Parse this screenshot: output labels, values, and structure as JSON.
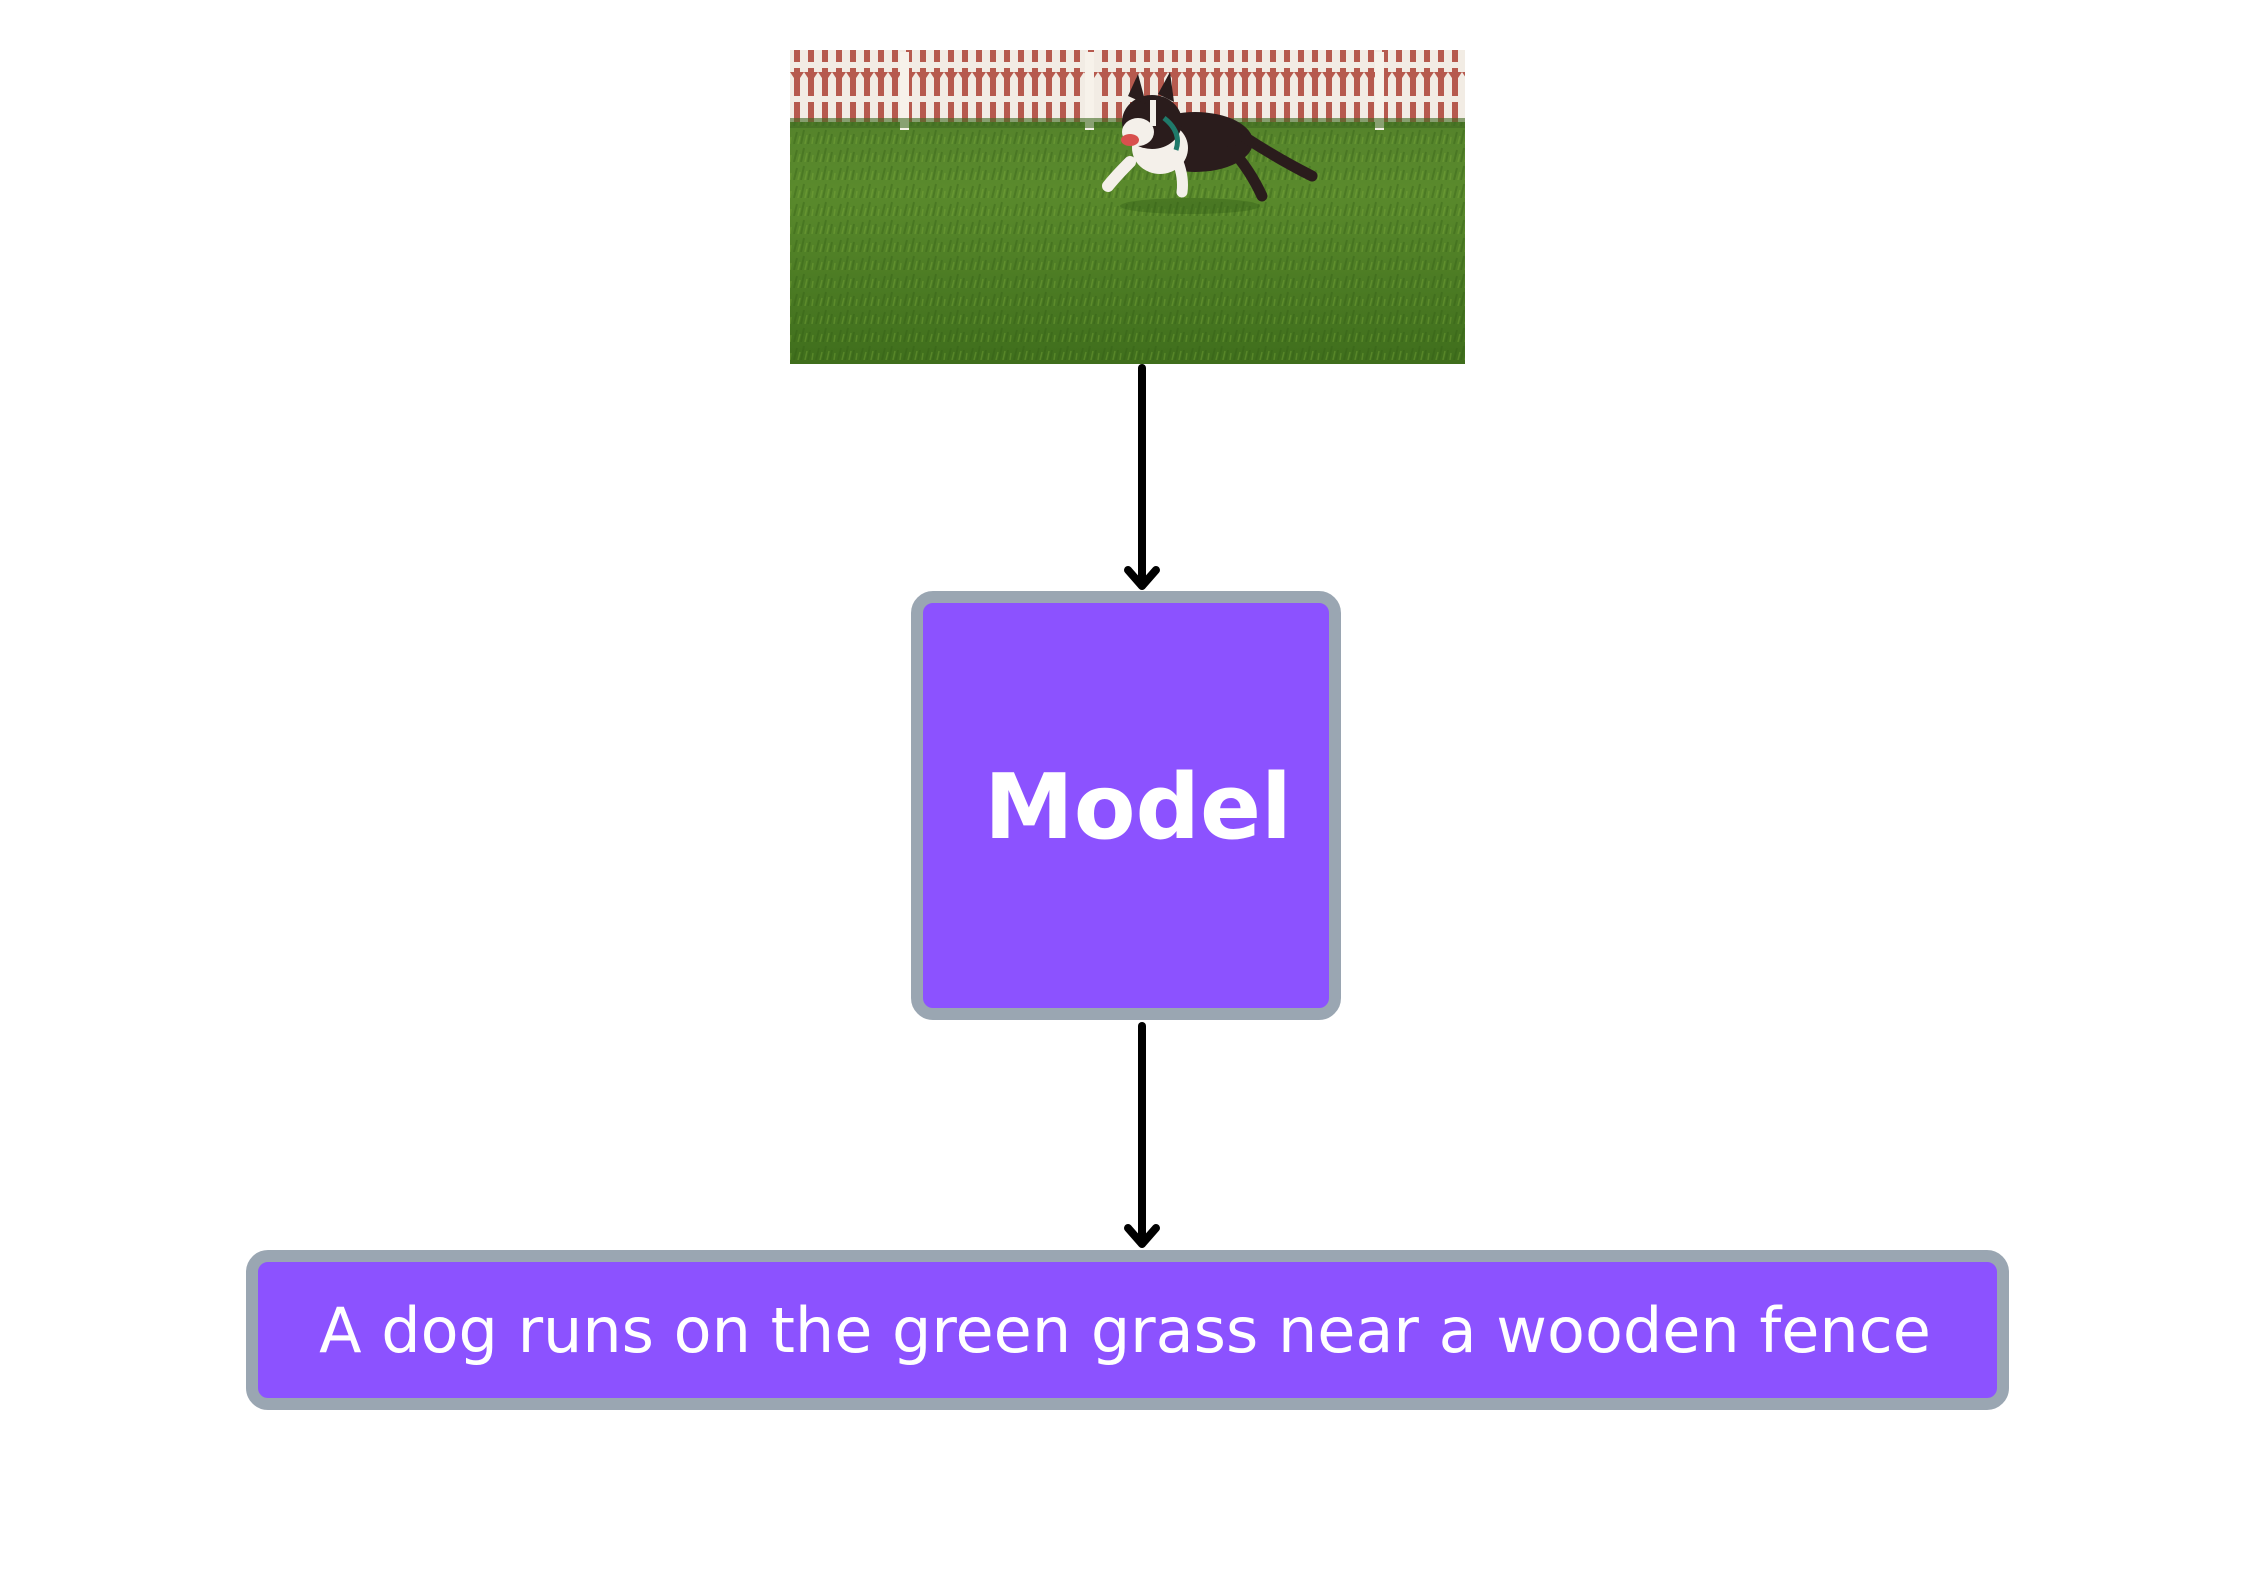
{
  "input_image": {
    "icon": "photo-dog-running-on-grass",
    "colors": {
      "fence_back": "#b65a4e",
      "fence_white": "#f2ece4",
      "grass_top": "#4f7c2a",
      "grass_mid": "#5a8a2c",
      "grass_dark": "#2f5a14",
      "dog_dark": "#2a1c1c",
      "dog_white": "#f4f0ea"
    }
  },
  "model": {
    "label": "Model"
  },
  "caption": {
    "text": "A dog runs on the green grass near a wooden fence"
  },
  "colors": {
    "box_fill": "#8c52ff",
    "box_border": "#9aa6b2",
    "arrow": "#000000",
    "box_text": "#ffffff"
  }
}
